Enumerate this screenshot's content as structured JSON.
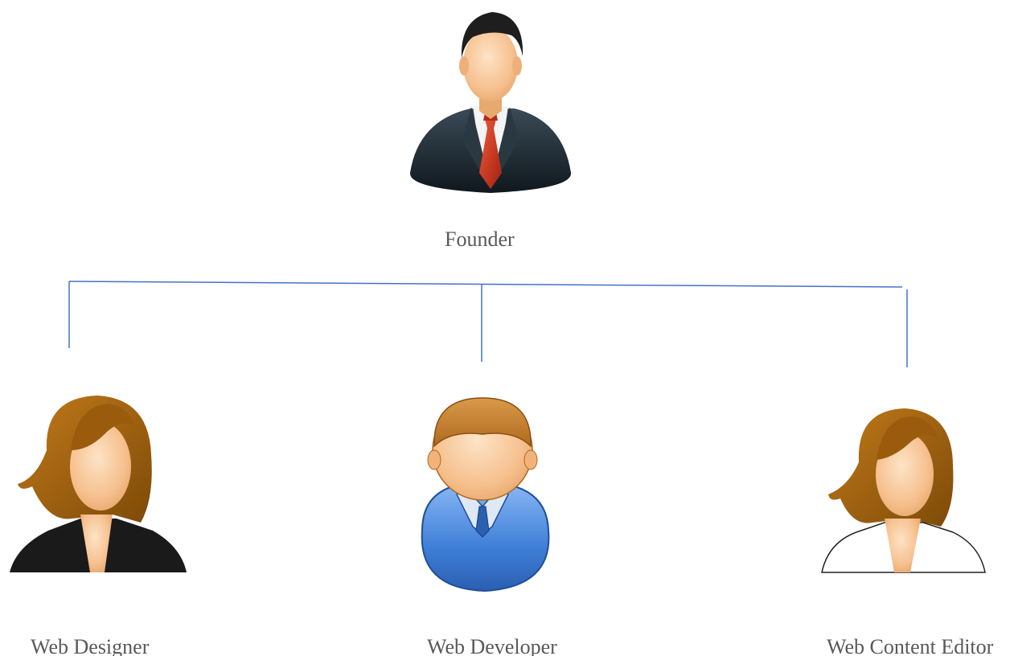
{
  "chart": {
    "root": {
      "label": "Founder",
      "icon": "businessman-icon"
    },
    "children": [
      {
        "label": "Web Designer",
        "icon": "woman-black-top-icon"
      },
      {
        "label": "Web Developer",
        "icon": "man-blue-sweater-icon"
      },
      {
        "label": "Web Content Editor",
        "icon": "woman-white-top-icon"
      }
    ],
    "colors": {
      "connector": "#4472C4",
      "label": "#595959",
      "suit": "#1f2a33",
      "tie": "#c0392b",
      "hair_woman": "#a0650f",
      "hair_man": "#c47f2a",
      "sweater": "#3f7fd8",
      "skin": "#f6c08e"
    }
  }
}
